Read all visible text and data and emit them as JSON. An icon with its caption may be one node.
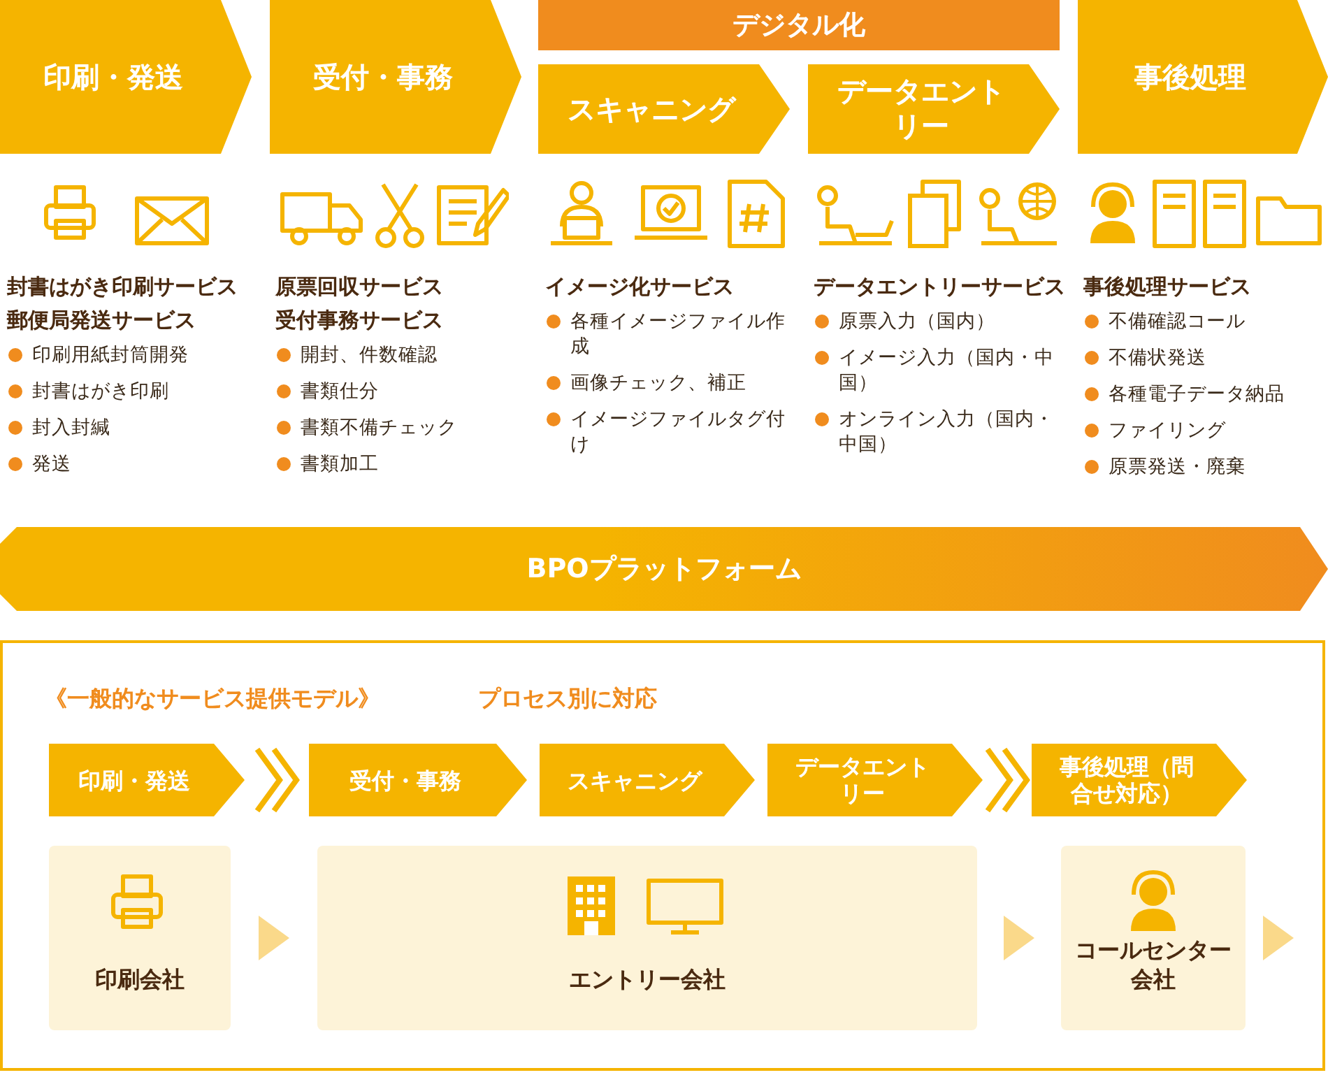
{
  "diagram": {
    "nodes": [
      {
        "text": [
          "印刷・発送"
        ]
      },
      {
        "text": [
          "受付・事務"
        ]
      },
      {
        "text": [
          "デジタル化"
        ]
      },
      {
        "text": [
          "スキャニング"
        ]
      },
      {
        "text": [
          "データエントリー"
        ]
      },
      {
        "text": [
          "事後処理"
        ]
      },
      {
        "text": [
          "BPOプラットフォーム"
        ]
      },
      {
        "text": [
          "《一般的なサービス提供モデル》",
          "プロセス別に対応"
        ]
      },
      {
        "text": [
          "印刷・発送"
        ],
        "in": 7
      },
      {
        "text": [
          "受付・事務"
        ],
        "in": 7
      },
      {
        "text": [
          "スキャニング"
        ],
        "in": 7
      },
      {
        "text": [
          "データエントリー"
        ],
        "in": 7
      },
      {
        "text": [
          "事後処理（問合せ対応）"
        ],
        "in": 7
      },
      {
        "text": [
          "印刷会社"
        ],
        "in": 7
      },
      {
        "text": [
          "エントリー会社"
        ],
        "in": 7
      },
      {
        "text": [
          "コールセンター会社"
        ],
        "in": 7
      }
    ],
    "edges": [
      {
        "from": 8,
        "to": 9,
        "arrow": "to"
      },
      {
        "from": 11,
        "to": 12,
        "arrow": "to"
      },
      {
        "from": 13,
        "to": 14,
        "arrow": "to"
      },
      {
        "from": 14,
        "to": 15,
        "arrow": "to"
      },
      {
        "from": 15,
        "to": null,
        "arrow": "to"
      }
    ],
    "labels": [
      "封書はがき印刷サービス",
      "郵便局発送サービス",
      "印刷用紙封筒開発",
      "封書はがき印刷",
      "封入封緘",
      "発送",
      "原票回収サービス",
      "受付事務サービス",
      "開封、件数確認",
      "書類仕分",
      "書類不備チェック",
      "書類加工",
      "イメージ化サービス",
      "各種イメージファイル作成",
      "画像チェック、補正",
      "イメージファイルタグ付け",
      "データエントリーサービス",
      "原票入力（国内）",
      "イメージ入力（国内・中国）",
      "オンライン入力（国内・中国）",
      "事後処理サービス",
      "不備確認コール",
      "不備状発送",
      "各種電子データ納品",
      "ファイリング",
      "原票発送・廃棄"
    ]
  }
}
